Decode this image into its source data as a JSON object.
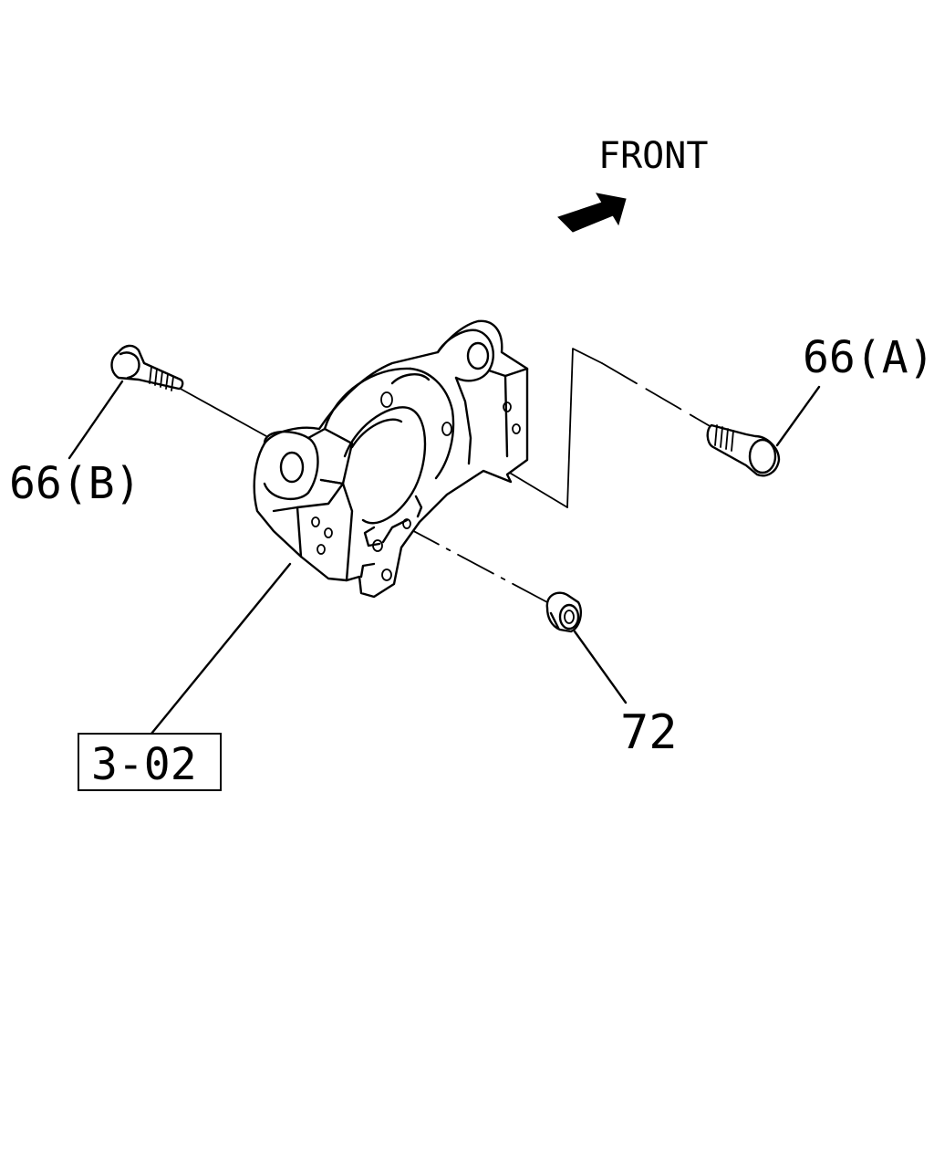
{
  "diagram": {
    "direction_label": "FRONT",
    "callouts": {
      "bolt_a": "66(A)",
      "bolt_b": "66(B)",
      "nut": "72",
      "reference": "3-02"
    }
  },
  "colors": {
    "ink": "#000000",
    "paper": "#ffffff"
  }
}
